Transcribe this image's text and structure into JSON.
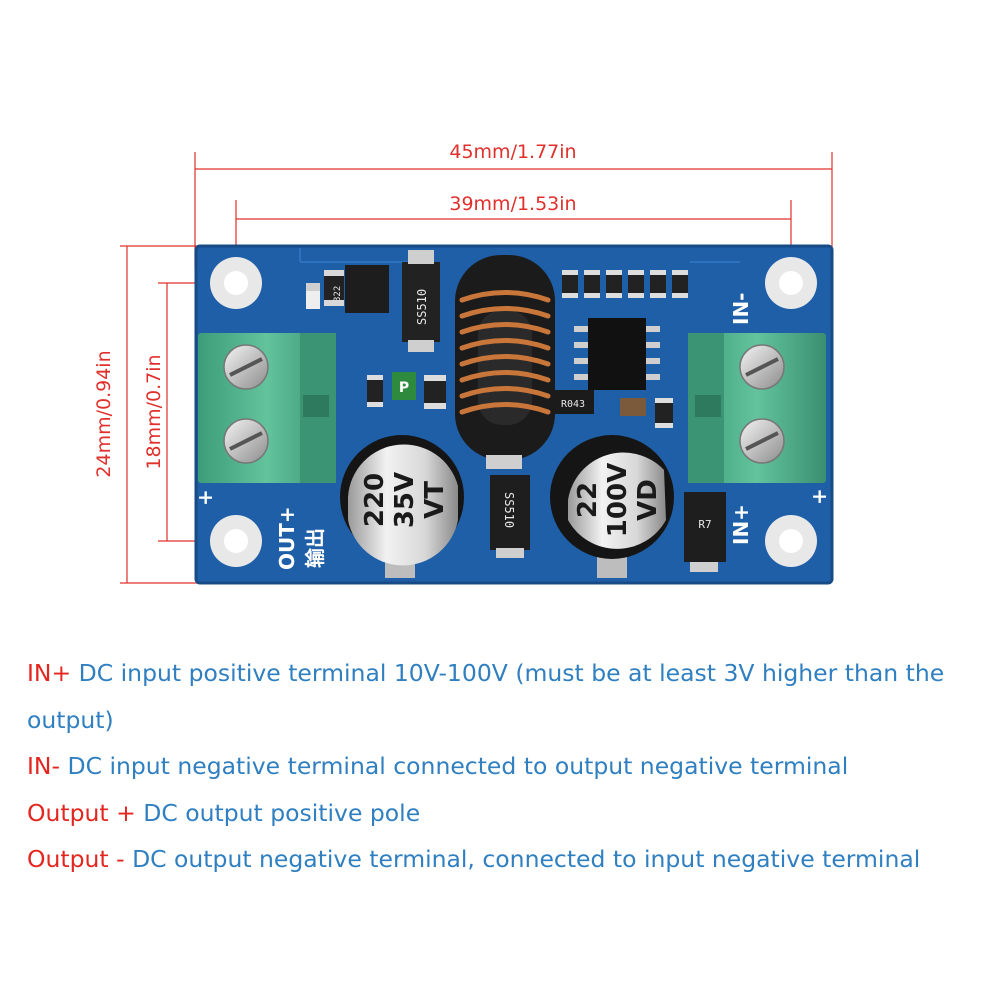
{
  "dimensions": {
    "width_outer": "45mm/1.77in",
    "width_inner": "39mm/1.53in",
    "height_outer": "24mm/0.94in",
    "height_inner": "18mm/0.7in"
  },
  "board": {
    "out_label": "OUT+",
    "out_cn_label": "输出",
    "in_plus_label": "IN+",
    "in_minus_label": "IN-",
    "plus_sign_left": "+",
    "plus_sign_right": "+",
    "led_label": "P",
    "chip_label": "R043",
    "diode_left_label": "SS510",
    "diode_center_label": "SS510",
    "diode_right_label": "R7",
    "smd_label": "322",
    "cap_left": {
      "line1": "220",
      "line2": "35V",
      "line3": "VT"
    },
    "cap_right": {
      "line1": "22",
      "line2": "100V",
      "line3": "VD"
    },
    "colors": {
      "pcb": "#1f5fa8",
      "terminal": "#4fae8a",
      "coil": "#c8763a"
    }
  },
  "legend": [
    {
      "term": "IN+",
      "text": " DC input positive terminal 10V-100V (must be at least 3V higher than the output)"
    },
    {
      "term": "IN-",
      "text": " DC input negative terminal connected to output negative terminal"
    },
    {
      "term": "Output +",
      "text": " DC output positive pole"
    },
    {
      "term": "Output -",
      "text": " DC output negative terminal, connected to input negative terminal"
    }
  ]
}
